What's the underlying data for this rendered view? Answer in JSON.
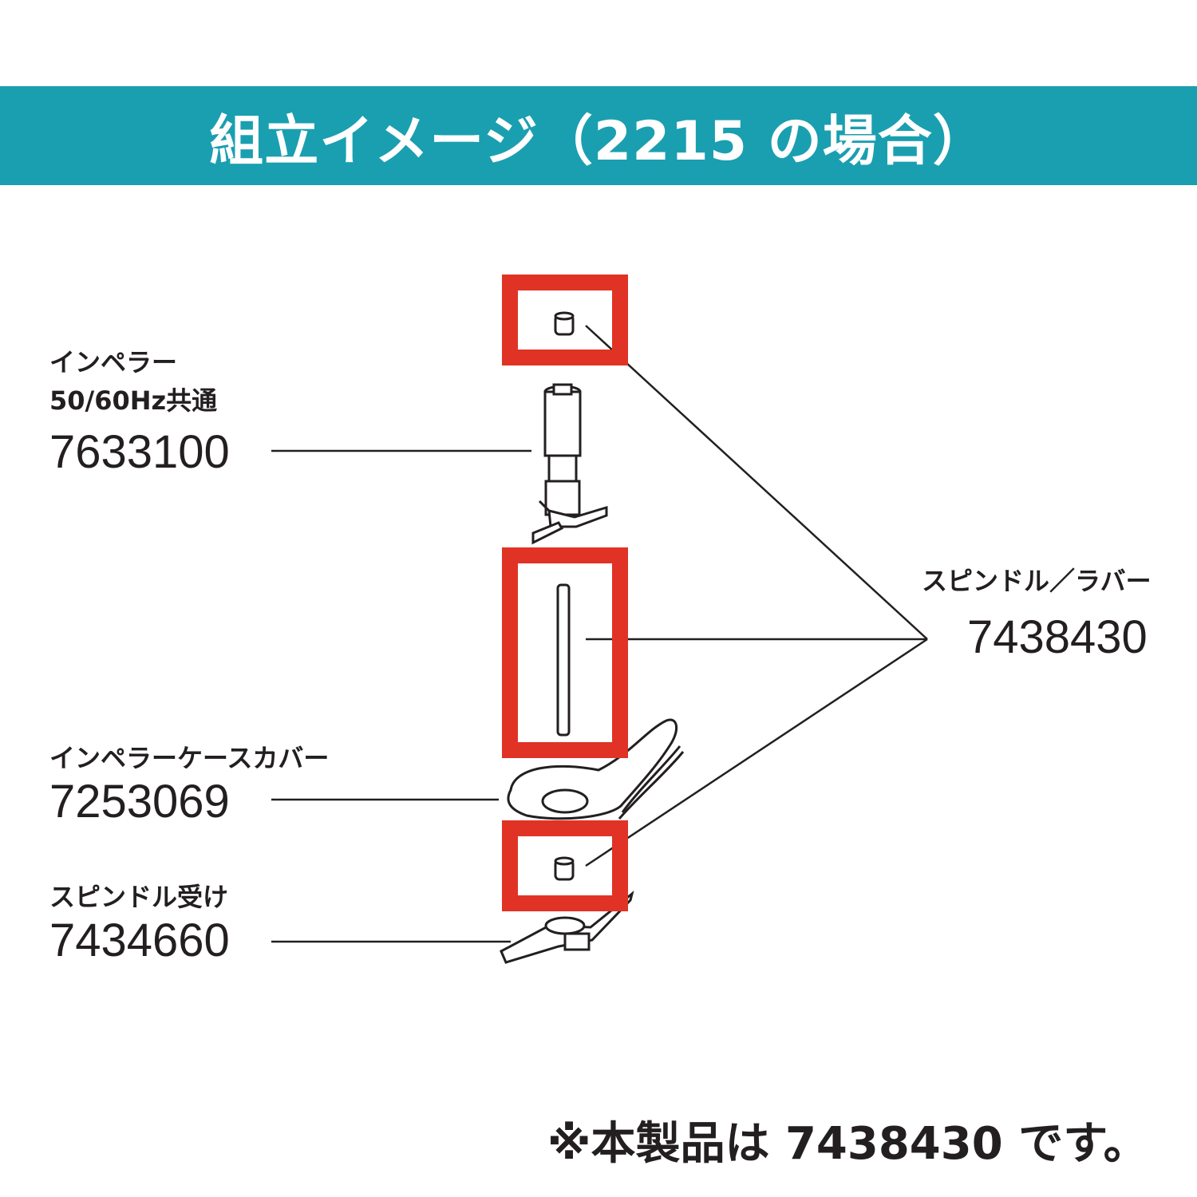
{
  "header": {
    "title": "組立イメージ（2215 の場合）"
  },
  "parts": [
    {
      "id": "impeller",
      "name_line1": "インペラー",
      "name_line2": "50/60Hz共通",
      "number": "7633100"
    },
    {
      "id": "spindle-rubber",
      "name_line1": "スピンドル／ラバー",
      "number": "7438430"
    },
    {
      "id": "impeller-case-cover",
      "name_line1": "インペラーケースカバー",
      "number": "7253069"
    },
    {
      "id": "spindle-receiver",
      "name_line1": "スピンドル受け",
      "number": "7434660"
    }
  ],
  "footnote": "※本製品は 7438430 です。",
  "colors": {
    "banner": "#1a9fb0",
    "highlight": "#e03326",
    "text": "#231f20"
  }
}
